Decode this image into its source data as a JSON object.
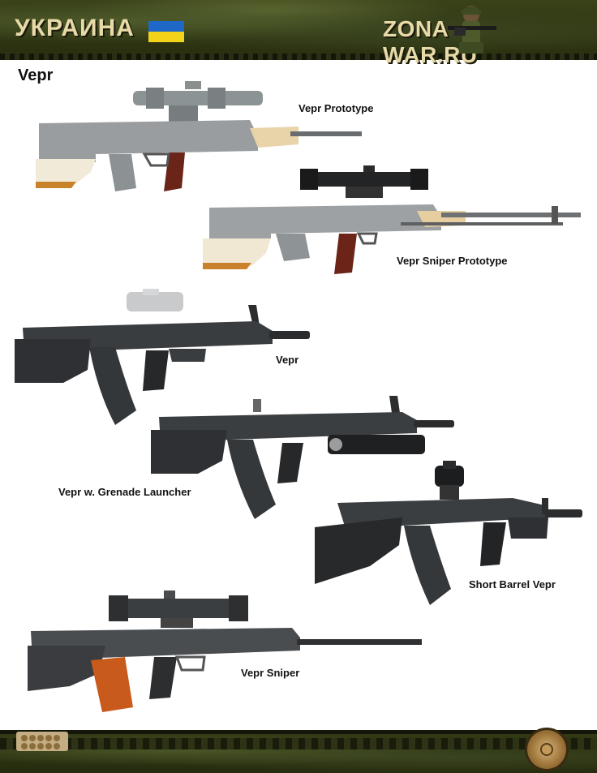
{
  "header": {
    "country": "УКРАИНА",
    "site_left": "ZONA",
    "site_right": "WAR.RU"
  },
  "page_title": "Vepr",
  "weapons": [
    {
      "label": "Vepr Prototype"
    },
    {
      "label": "Vepr Sniper Prototype"
    },
    {
      "label": "Vepr"
    },
    {
      "label": "Vepr w. Grenade Launcher"
    },
    {
      "label": "Short Barrel Vepr"
    },
    {
      "label": "Vepr Sniper"
    }
  ],
  "colors": {
    "header_bg": "#3a4219",
    "header_text": "#e8d9a8",
    "flag_blue": "#1f68c7",
    "flag_yellow": "#f3d21a"
  }
}
